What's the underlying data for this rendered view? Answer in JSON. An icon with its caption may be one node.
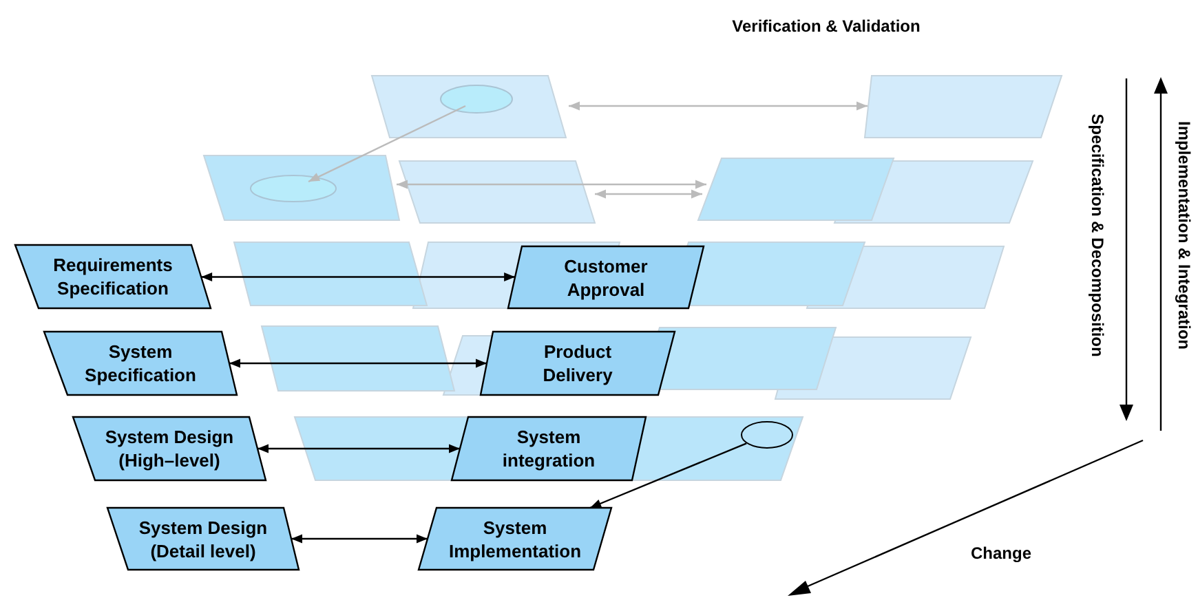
{
  "diagram": {
    "nodes": [
      {
        "text": [
          "Requirements Specification"
        ]
      },
      {
        "text": [
          "Customer Approval"
        ]
      },
      {
        "text": [
          "System Specification"
        ]
      },
      {
        "text": [
          "Product Delivery"
        ]
      },
      {
        "text": [
          "System Design (High–level)"
        ]
      },
      {
        "text": [
          "System integration"
        ]
      },
      {
        "text": [],
        "shape": "circle"
      },
      {
        "text": [
          "System Design (Detail level)"
        ]
      },
      {
        "text": [
          "System Implementation"
        ]
      }
    ],
    "edges": [
      {
        "from": 0,
        "to": 1,
        "arrow": "both"
      },
      {
        "from": 2,
        "to": 3,
        "arrow": "both"
      },
      {
        "from": 4,
        "to": 5,
        "arrow": "both"
      },
      {
        "from": 7,
        "to": 8,
        "arrow": "both"
      },
      {
        "from": 6,
        "to": 8,
        "arrow": "to"
      }
    ],
    "labels": [
      "Verification & Validation",
      "Specification & Decomposition",
      "Implementation & Integration",
      "Change"
    ]
  }
}
